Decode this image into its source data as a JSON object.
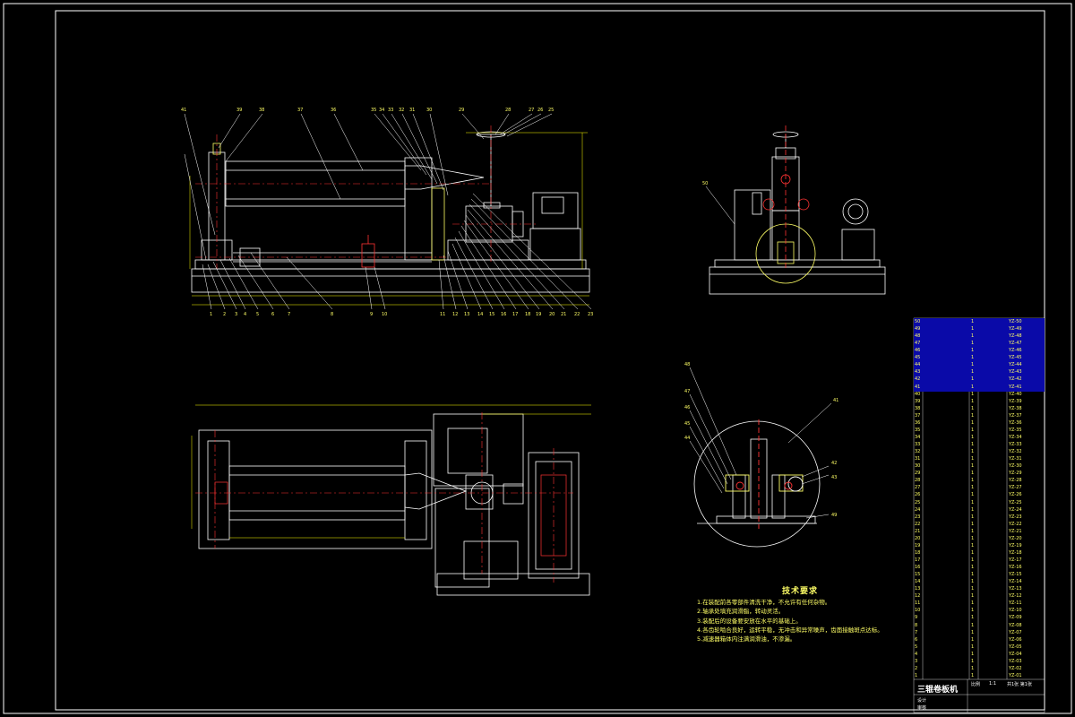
{
  "colors": {
    "bg": "#000000",
    "frame": "#ffffff",
    "part": "#ffff66",
    "center": "#ff3333",
    "dim": "#ffff00",
    "cyan": "#66ffff",
    "bom_blue": "#0a0aa8"
  },
  "balloons_top": [
    "41",
    "39",
    "38",
    "37",
    "36",
    "35",
    "34",
    "33",
    "32",
    "31",
    "30",
    "29",
    "28",
    "27",
    "26",
    "25"
  ],
  "balloons_bottom": [
    "1",
    "2",
    "3",
    "4",
    "5",
    "6",
    "7",
    "8",
    "9",
    "10",
    "11",
    "12",
    "13",
    "14",
    "15",
    "16",
    "17",
    "18",
    "19",
    "20",
    "21",
    "22",
    "23"
  ],
  "balloons_detail": [
    "48",
    "47",
    "46",
    "45",
    "44",
    "42",
    "43",
    "49",
    "41"
  ],
  "tech": {
    "heading": "技术要求",
    "lines": [
      "1.在装配前各零部件清洗干净，不允许有任何杂物。",
      "2.轴承处填充润滑脂，转动灵活。",
      "3.装配后的设备要安放在水平的基础上。",
      "4.各齿轮啮合良好，运转平稳，无冲击和异常噪声，齿面接触斑点达标。",
      "5.减速器箱体内注满润滑油，不渗漏。"
    ]
  },
  "bom_rows": [
    [
      "50",
      "",
      "1",
      "",
      "YZ-50"
    ],
    [
      "49",
      "",
      "1",
      "",
      "YZ-49"
    ],
    [
      "48",
      "",
      "1",
      "",
      "YZ-48"
    ],
    [
      "47",
      "",
      "1",
      "",
      "YZ-47"
    ],
    [
      "46",
      "",
      "1",
      "",
      "YZ-46"
    ],
    [
      "45",
      "",
      "1",
      "",
      "YZ-45"
    ],
    [
      "44",
      "",
      "1",
      "",
      "YZ-44"
    ],
    [
      "43",
      "",
      "1",
      "",
      "YZ-43"
    ],
    [
      "42",
      "",
      "1",
      "",
      "YZ-42"
    ],
    [
      "41",
      "",
      "1",
      "",
      "YZ-41"
    ],
    [
      "40",
      "",
      "1",
      "",
      "YZ-40"
    ],
    [
      "39",
      "",
      "1",
      "",
      "YZ-39"
    ],
    [
      "38",
      "",
      "1",
      "",
      "YZ-38"
    ],
    [
      "37",
      "",
      "1",
      "",
      "YZ-37"
    ],
    [
      "36",
      "",
      "1",
      "",
      "YZ-36"
    ],
    [
      "35",
      "",
      "1",
      "",
      "YZ-35"
    ],
    [
      "34",
      "",
      "1",
      "",
      "YZ-34"
    ],
    [
      "33",
      "",
      "1",
      "",
      "YZ-33"
    ],
    [
      "32",
      "",
      "1",
      "",
      "YZ-32"
    ],
    [
      "31",
      "",
      "1",
      "",
      "YZ-31"
    ],
    [
      "30",
      "",
      "1",
      "",
      "YZ-30"
    ],
    [
      "29",
      "",
      "1",
      "",
      "YZ-29"
    ],
    [
      "28",
      "",
      "1",
      "",
      "YZ-28"
    ],
    [
      "27",
      "",
      "1",
      "",
      "YZ-27"
    ],
    [
      "26",
      "",
      "1",
      "",
      "YZ-26"
    ],
    [
      "25",
      "",
      "1",
      "",
      "YZ-25"
    ],
    [
      "24",
      "",
      "1",
      "",
      "YZ-24"
    ],
    [
      "23",
      "",
      "1",
      "",
      "YZ-23"
    ],
    [
      "22",
      "",
      "1",
      "",
      "YZ-22"
    ],
    [
      "21",
      "",
      "1",
      "",
      "YZ-21"
    ],
    [
      "20",
      "",
      "1",
      "",
      "YZ-20"
    ],
    [
      "19",
      "",
      "1",
      "",
      "YZ-19"
    ],
    [
      "18",
      "",
      "1",
      "",
      "YZ-18"
    ],
    [
      "17",
      "",
      "1",
      "",
      "YZ-17"
    ],
    [
      "16",
      "",
      "1",
      "",
      "YZ-16"
    ],
    [
      "15",
      "",
      "1",
      "",
      "YZ-15"
    ],
    [
      "14",
      "",
      "1",
      "",
      "YZ-14"
    ],
    [
      "13",
      "",
      "1",
      "",
      "YZ-13"
    ],
    [
      "12",
      "",
      "1",
      "",
      "YZ-12"
    ],
    [
      "11",
      "",
      "1",
      "",
      "YZ-11"
    ],
    [
      "10",
      "",
      "1",
      "",
      "YZ-10"
    ],
    [
      "9",
      "",
      "1",
      "",
      "YZ-09"
    ],
    [
      "8",
      "",
      "1",
      "",
      "YZ-08"
    ],
    [
      "7",
      "",
      "1",
      "",
      "YZ-07"
    ],
    [
      "6",
      "",
      "1",
      "",
      "YZ-06"
    ],
    [
      "5",
      "",
      "1",
      "",
      "YZ-05"
    ],
    [
      "4",
      "",
      "1",
      "",
      "YZ-04"
    ],
    [
      "3",
      "",
      "1",
      "",
      "YZ-03"
    ],
    [
      "2",
      "",
      "1",
      "",
      "YZ-02"
    ],
    [
      "1",
      "",
      "1",
      "",
      "YZ-01"
    ]
  ],
  "title_block": {
    "title": "三辊卷板机",
    "scale_label": "比例",
    "scale": "1:1",
    "sheet": "共1张 第1张",
    "designer": "设计",
    "checker": "审核"
  }
}
